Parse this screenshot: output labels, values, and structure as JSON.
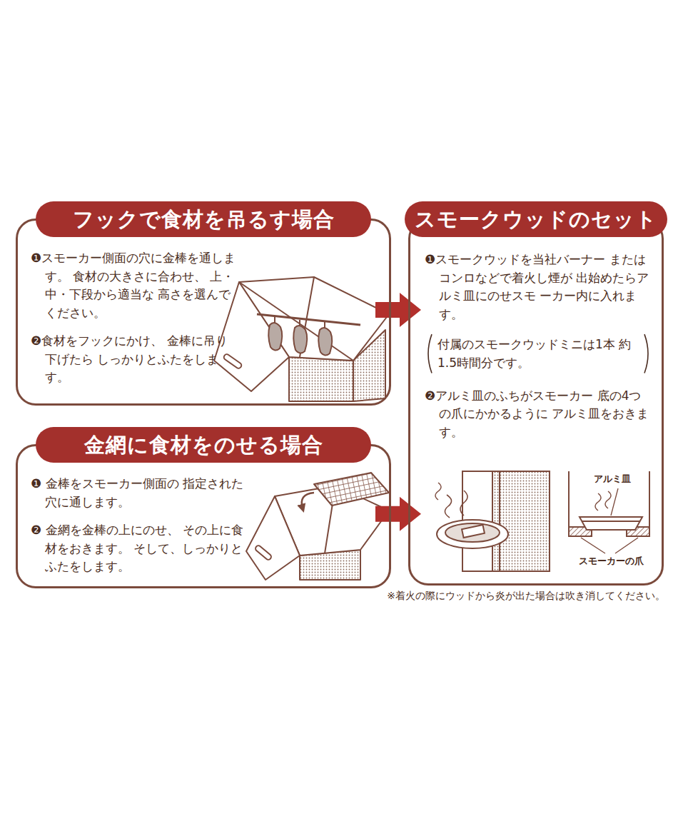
{
  "diagram": {
    "nodes": [
      {
        "text": [
          "フックで食材を吊るす場合",
          "❶スモーカー側面の穴に金棒を通します。 食材の大きさに合わせ、 上・中・下段から適当な 高さを選んでください。",
          "❷食材をフックにかけ、 金棒に吊り下げたら しっかりとふたをします。"
        ]
      },
      {
        "text": [
          "金網に食材をのせる場合",
          "❶ 金棒をスモーカー側面の 指定された穴に通します。",
          "❷ 金網を金棒の上にのせ、 その上に食材をおきます。 そして、しっかりとふたをします。"
        ]
      },
      {
        "text": [
          "スモークウッドのセット",
          "❶スモークウッドを当社バーナー またはコンロなどで着火し煙が 出始めたらアルミ皿にのせスモ ーカー内に入れます。",
          "付属のスモークウッドミニは1本 約1.5時間分です。",
          "❷アルミ皿のふちがスモーカー 底の4つの爪にかかるように アルミ皿をおきます。"
        ]
      }
    ],
    "edges": [
      {
        "from": 0,
        "to": 2,
        "arrow": "to"
      },
      {
        "from": 1,
        "to": 2,
        "arrow": "to"
      }
    ],
    "labels": [
      "アルミ皿",
      "スモーカーの爪",
      "※着火の際にウッドから炎が出た場合は吹き消してください。"
    ]
  }
}
